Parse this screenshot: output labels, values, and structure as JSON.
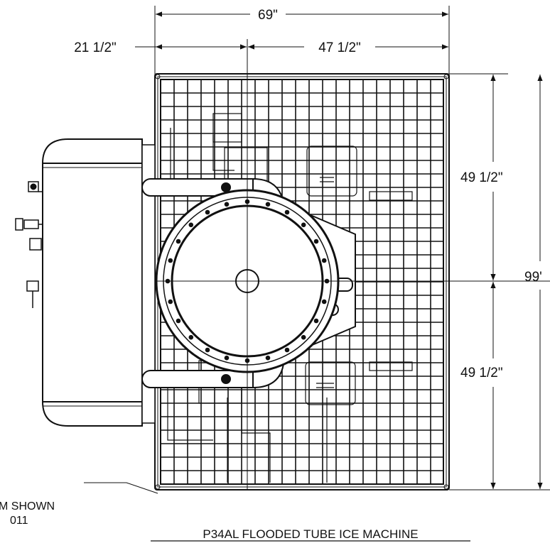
{
  "title": "P34AL FLOODED TUBE ICE MACHINE",
  "note_line1": "M SHOWN",
  "note_line2": "011",
  "dimensions": {
    "overall_width": "69\"",
    "left_offset": "21 1/2\"",
    "right_offset": "47 1/2\"",
    "upper_half": "49 1/2\"",
    "lower_half": "49 1/2\"",
    "overall_height": "99'"
  }
}
